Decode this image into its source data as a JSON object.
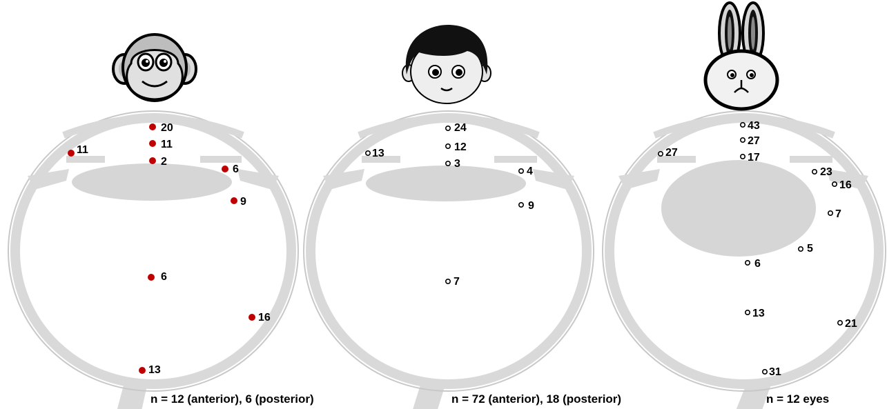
{
  "colors": {
    "eye_wall": "#d9d9d9",
    "eye_outline": "#c8c8c8",
    "lens": "#d6d6d6",
    "monkey_point": "#c00000",
    "open_point_stroke": "#000000"
  },
  "panels": [
    {
      "subject": "monkey",
      "caption": "n = 12 (anterior), 6 (posterior)",
      "marker": "filled",
      "points": [
        {
          "value": "20"
        },
        {
          "value": "11"
        },
        {
          "value": "2"
        },
        {
          "value": "11"
        },
        {
          "value": "6"
        },
        {
          "value": "9"
        },
        {
          "value": "6"
        },
        {
          "value": "16"
        },
        {
          "value": "13"
        }
      ]
    },
    {
      "subject": "human",
      "caption": "n = 72 (anterior), 18 (posterior)",
      "marker": "open",
      "points": [
        {
          "value": "24"
        },
        {
          "value": "12"
        },
        {
          "value": "3"
        },
        {
          "value": "13"
        },
        {
          "value": "4"
        },
        {
          "value": "9"
        },
        {
          "value": "7"
        }
      ]
    },
    {
      "subject": "rabbit",
      "caption": "n = 12 eyes",
      "marker": "open",
      "points": [
        {
          "value": "43"
        },
        {
          "value": "27"
        },
        {
          "value": "17"
        },
        {
          "value": "27"
        },
        {
          "value": "23"
        },
        {
          "value": "16"
        },
        {
          "value": "7"
        },
        {
          "value": "5"
        },
        {
          "value": "6"
        },
        {
          "value": "13"
        },
        {
          "value": "21"
        },
        {
          "value": "31"
        }
      ]
    }
  ]
}
